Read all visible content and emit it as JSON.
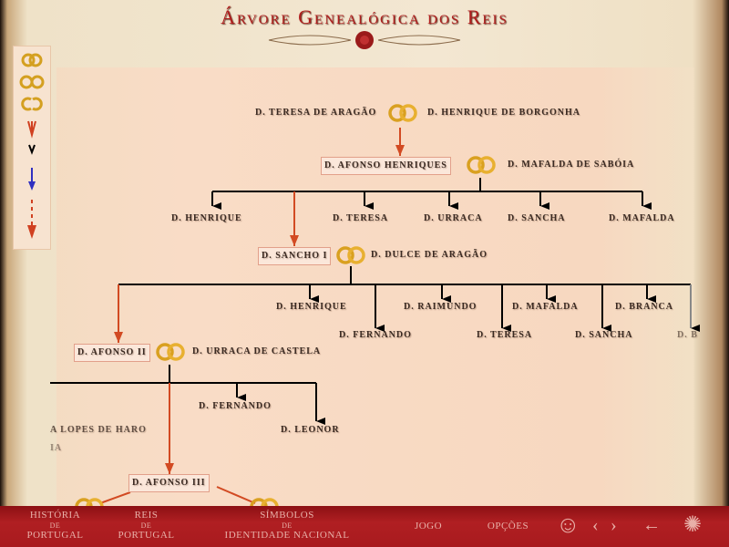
{
  "title": "Árvore Genealógica dos Reis",
  "legend": {
    "icons": [
      "married-rings-icon",
      "union-rings-icon",
      "other-union-rings-icon",
      "legitimate-descent-arrow-icon",
      "child-arrow-icon",
      "blue-arrow-icon",
      "illegitimate-descent-arrow-icon"
    ]
  },
  "tree": {
    "gen1": {
      "left": "D. Teresa de Aragão",
      "right": "D. Henrique de Borgonha"
    },
    "gen2": {
      "king": "D. Afonso Henriques",
      "spouse": "D. Mafalda de Sabóia",
      "children": [
        "D. Henrique",
        "D. Teresa",
        "D. Urraca",
        "D. Sancha",
        "D. Mafalda"
      ]
    },
    "gen3": {
      "king": "D. Sancho I",
      "spouse": "D. Dulce de Aragão",
      "children_top": [
        "D. Henrique",
        "D. Raimundo",
        "D. Mafalda",
        "D. Branca"
      ],
      "children_bottom": [
        "D. Fernando",
        "D. Teresa",
        "D. Sancha",
        "D. B"
      ]
    },
    "gen4": {
      "king": "D. Afonso II",
      "spouse": "D. Urraca de Castela",
      "children": [
        "D. Fernando",
        "D. Leonor"
      ],
      "other_partner": "a Lopes de Haro",
      "other_partner_2": "ia"
    },
    "gen5": {
      "king": "D. Afonso III"
    }
  },
  "nav": {
    "items": [
      {
        "top": "História",
        "mid": "de",
        "bot": "Portugal"
      },
      {
        "top": "Reis",
        "mid": "de",
        "bot": "Portugal"
      },
      {
        "top": "Símbolos",
        "mid": "de",
        "bot": "Identidade Nacional"
      }
    ],
    "jogo": "Jogo",
    "opcoes": "Opções"
  }
}
